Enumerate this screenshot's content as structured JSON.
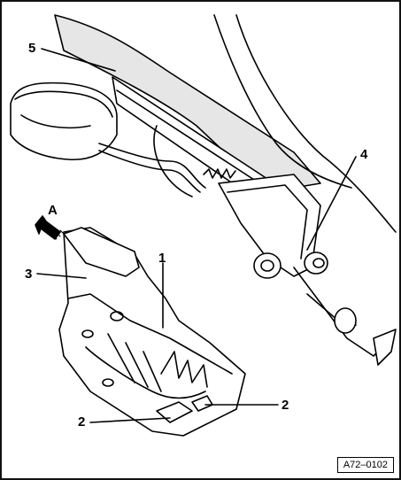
{
  "labels": {
    "item_1": "1",
    "item_2_left": "2",
    "item_2_right": "2",
    "item_3": "3",
    "item_4": "4",
    "item_5": "5",
    "direction_a": "A"
  },
  "figure_code": "A72–0102",
  "colors": {
    "line": "#000000",
    "background": "#ffffff",
    "shade": "#d9d9d9"
  }
}
